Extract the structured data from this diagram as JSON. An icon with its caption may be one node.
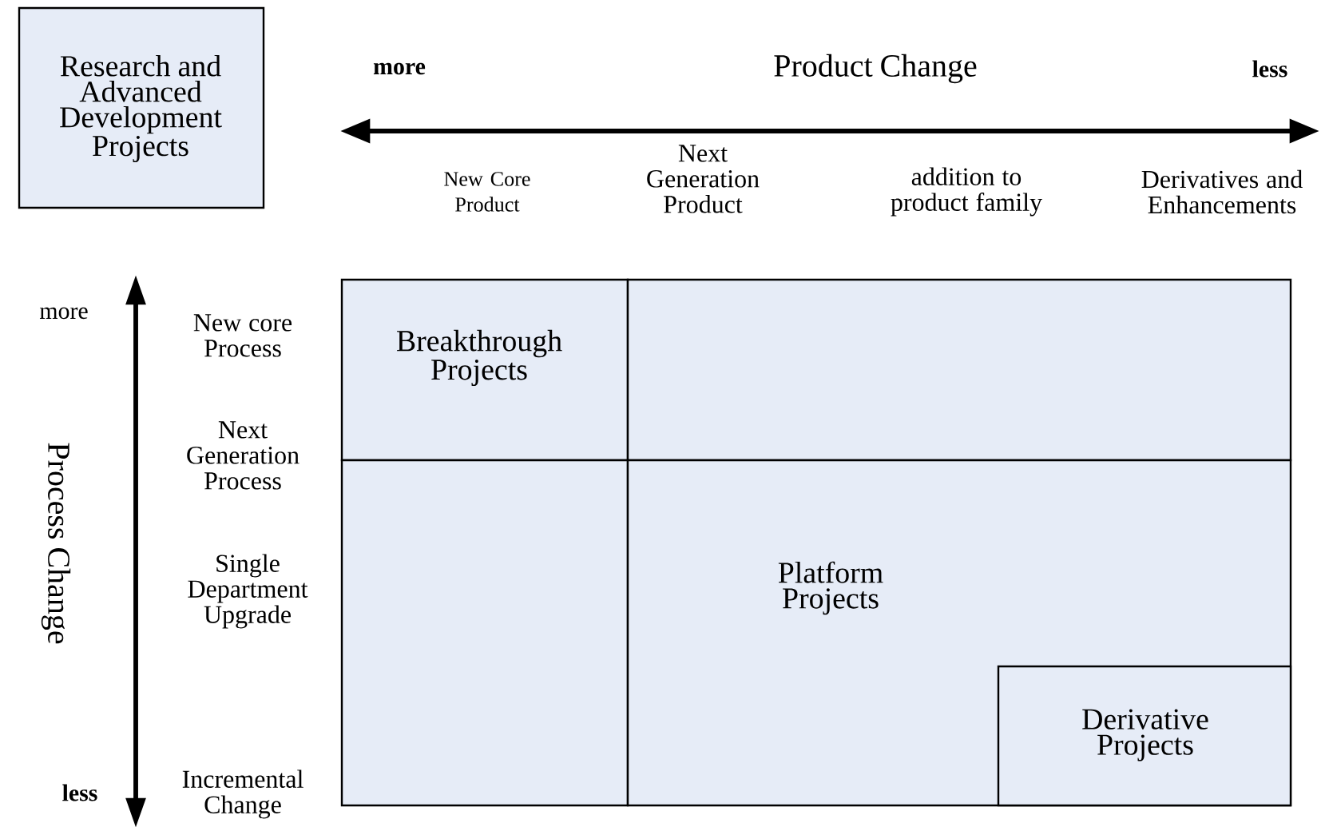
{
  "diagram": {
    "nodes": [
      {
        "text": [
          "Research and Advanced Development Projects"
        ]
      },
      {
        "text": [
          "Breakthrough Projects"
        ]
      },
      {
        "text": [],
        "shape": "box"
      },
      {
        "text": [],
        "shape": "box"
      },
      {
        "text": [
          "Platform Projects"
        ]
      },
      {
        "text": [
          "Derivative Projects"
        ],
        "in": 4
      }
    ],
    "edges": [],
    "labels": [
      "more",
      "Product Change",
      "less",
      "New Core Product",
      "Next Generation Product",
      "addition to product family",
      "Derivatives and Enhancements",
      "more",
      "New core Process",
      "Next Generation Process",
      "Single Department Upgrade",
      "Incremental Change",
      "Process Change",
      "less"
    ]
  }
}
